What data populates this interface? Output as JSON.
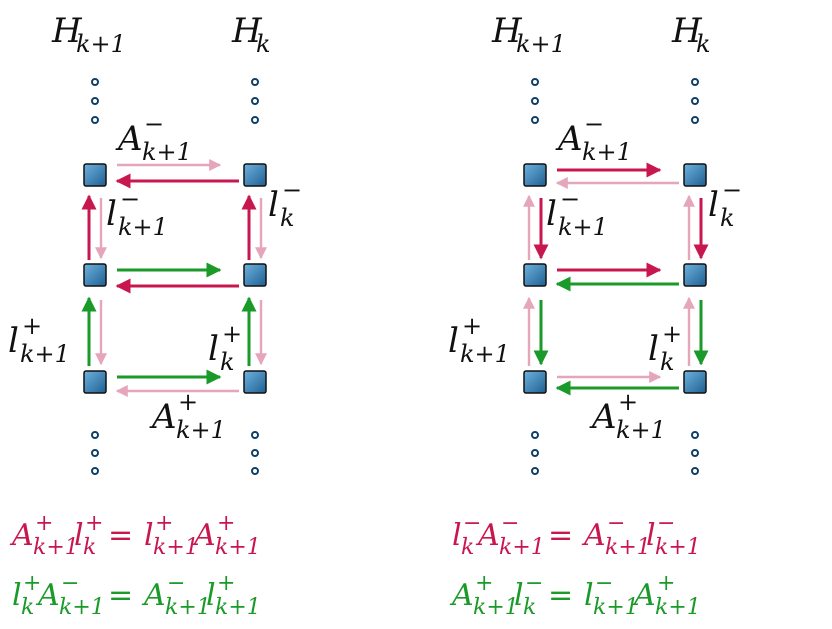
{
  "colors": {
    "crimson": "#c8174f",
    "pink": "#e6a6ba",
    "green": "#1a9a28",
    "light_green": "#a9d8a4",
    "node_fill": "#2f7bb4",
    "node_stroke": "#111111",
    "dot": "#0f3f66",
    "text": "#111111"
  },
  "left_panel": {
    "col_titles": [
      {
        "main": "H",
        "sub": "k+1"
      },
      {
        "main": "H",
        "sub": "k"
      }
    ],
    "labels": {
      "A_minus": {
        "main": "A",
        "sup": "−",
        "sub": "k+1"
      },
      "l_minus_k1": {
        "main": "l",
        "sup": "−",
        "sub": "k+1"
      },
      "l_minus_k": {
        "main": "l",
        "sup": "−",
        "sub": "k"
      },
      "l_plus_k1": {
        "main": "l",
        "sup": "+",
        "sub": "k+1"
      },
      "l_plus_k": {
        "main": "l",
        "sup": "+",
        "sub": "k"
      },
      "A_plus": {
        "main": "A",
        "sup": "+",
        "sub": "k+1"
      }
    },
    "equations": [
      {
        "color": "crimson",
        "parts": [
          {
            "t": "A",
            "sup": "+",
            "sub": "k+1"
          },
          {
            "t": "l",
            "sup": "+",
            "sub": "k"
          },
          {
            "t": " = "
          },
          {
            "t": "l",
            "sup": "+",
            "sub": "k+1"
          },
          {
            "t": "A",
            "sup": "+",
            "sub": "k+1"
          }
        ]
      },
      {
        "color": "green",
        "parts": [
          {
            "t": "l",
            "sup": "+",
            "sub": "k"
          },
          {
            "t": "A",
            "sup": "−",
            "sub": "k+1"
          },
          {
            "t": " = "
          },
          {
            "t": "A",
            "sup": "−",
            "sub": "k+1"
          },
          {
            "t": "l",
            "sup": "+",
            "sub": "k+1"
          }
        ]
      }
    ]
  },
  "right_panel": {
    "col_titles": [
      {
        "main": "H",
        "sub": "k+1"
      },
      {
        "main": "H",
        "sub": "k"
      }
    ],
    "labels": {
      "A_minus": {
        "main": "A",
        "sup": "−",
        "sub": "k+1"
      },
      "l_minus_k1": {
        "main": "l",
        "sup": "−",
        "sub": "k+1"
      },
      "l_minus_k": {
        "main": "l",
        "sup": "−",
        "sub": "k"
      },
      "l_plus_k1": {
        "main": "l",
        "sup": "+",
        "sub": "k+1"
      },
      "l_plus_k": {
        "main": "l",
        "sup": "+",
        "sub": "k"
      },
      "A_plus": {
        "main": "A",
        "sup": "+",
        "sub": "k+1"
      }
    },
    "equations": [
      {
        "color": "crimson",
        "parts": [
          {
            "t": "l",
            "sup": "−",
            "sub": "k"
          },
          {
            "t": "A",
            "sup": "−",
            "sub": "k+1"
          },
          {
            "t": " = "
          },
          {
            "t": "A",
            "sup": "−",
            "sub": "k+1"
          },
          {
            "t": "l",
            "sup": "−",
            "sub": "k+1"
          }
        ]
      },
      {
        "color": "green",
        "parts": [
          {
            "t": "A",
            "sup": "+",
            "sub": "k+1"
          },
          {
            "t": "l",
            "sup": "−",
            "sub": "k"
          },
          {
            "t": " = "
          },
          {
            "t": "l",
            "sup": "−",
            "sub": "k+1"
          },
          {
            "t": "A",
            "sup": "+",
            "sub": "k+1"
          }
        ]
      }
    ]
  }
}
